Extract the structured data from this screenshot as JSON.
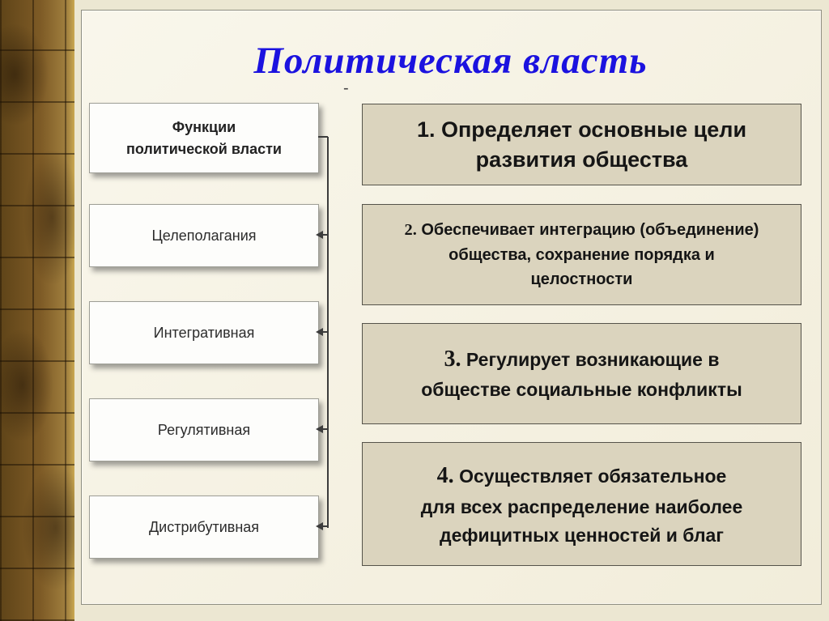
{
  "title": "Политическая власть",
  "decor_dash": "-",
  "functions_panel": {
    "header": "Функции\nполитической власти",
    "items": [
      "Целеполагания",
      "Интегративная",
      "Регулятивная",
      "Дистрибутивная"
    ]
  },
  "descriptions": [
    {
      "number": "1.",
      "text": "Определяет основные цели\nразвития общества"
    },
    {
      "number": "2.",
      "text": "Обеспечивает интеграцию (объединение)\nобщества, сохранение порядка и\nцелостности"
    },
    {
      "number": "3.",
      "text": "Регулирует возникающие в\nобществе социальные конфликты"
    },
    {
      "number": "4.",
      "text": "Осуществляет обязательное\nдля всех распределение наиболее\nдефицитных ценностей и благ"
    }
  ],
  "colors": {
    "title_blue": "#1b12df",
    "slide_background": "#f6f2e1",
    "description_box": "#dbd4be",
    "function_box": "#fdfdfb",
    "texture_strip": "#7e5b26",
    "connector": "#3c3c3c"
  }
}
